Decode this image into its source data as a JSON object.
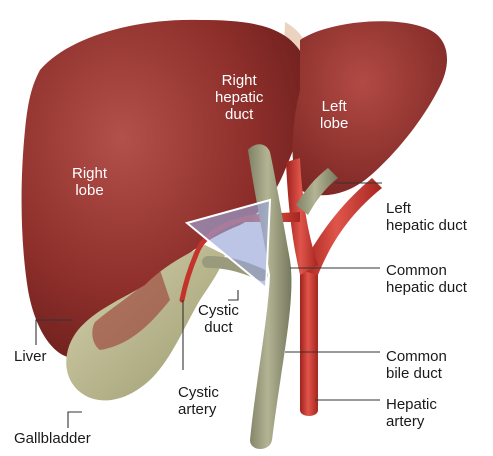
{
  "labels": {
    "right_lobe": "Right\nlobe",
    "right_hepatic_duct": "Right\nhepatic\nduct",
    "left_lobe": "Left\nlobe",
    "left_hepatic_duct": "Left\nhepatic duct",
    "common_hepatic_duct": "Common\nhepatic duct",
    "cystic_duct": "Cystic\nduct",
    "common_bile_duct": "Common\nbile duct",
    "liver": "Liver",
    "cystic_artery": "Cystic\nartery",
    "hepatic_artery": "Hepatic\nartery",
    "gallbladder": "Gallbladder"
  },
  "colors": {
    "liver": "#8e2f2b",
    "liver_highlight": "#a8463f",
    "gallbladder": "#b8b58a",
    "duct": "#9a9b7c",
    "artery": "#c4332b",
    "triangle": "#9aa6d8",
    "ligament": "#e9c7b0"
  }
}
